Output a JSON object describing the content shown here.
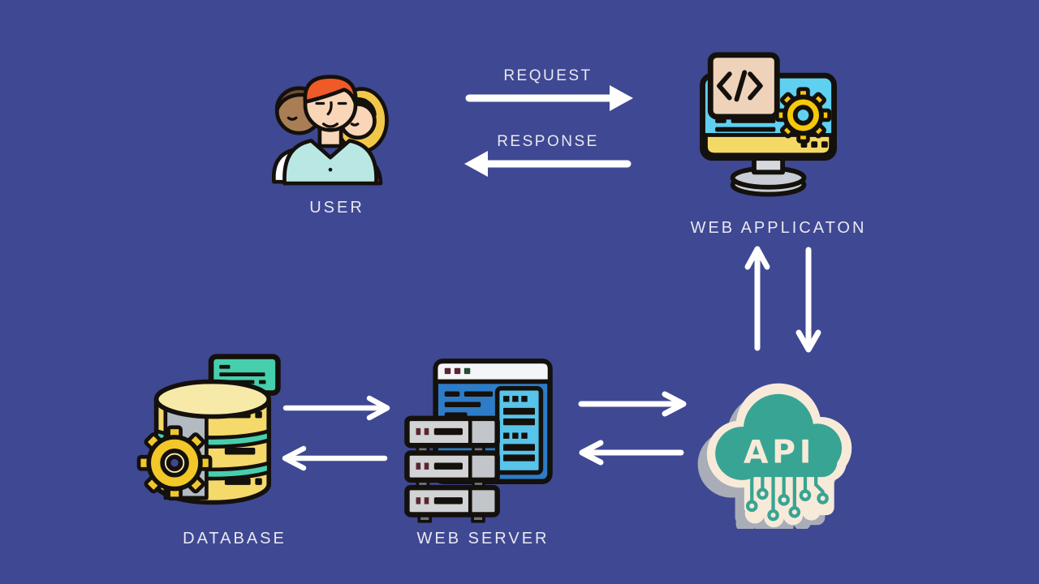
{
  "app": {
    "type": "architecture-diagram"
  },
  "colors": {
    "background": "#3f4892",
    "arrow": "#ffffff",
    "label_text": "#e9e8f3",
    "outline": "#14100c",
    "api_cloud_teal": "#38a494",
    "api_cream": "#f7ead9",
    "api_shadow": "#a9adb8",
    "gear_yellow": "#f7c80a",
    "db_yellow": "#f5d96b",
    "db_teal": "#46cfac",
    "screen_light_blue": "#5fd0f0",
    "browser_blue": "#2e7cc8",
    "server_gray": "#d2d3d5",
    "shirt_teal": "#b9e8e4",
    "hair_orange": "#f05a28",
    "hair_blonde": "#f2c84b",
    "shirt_pink": "#e8438a",
    "skin_light": "#f9d6b8",
    "skin_brown": "#aa7e55"
  },
  "nodes": {
    "user": {
      "label": "USER",
      "icon": "users-group-icon"
    },
    "web_application": {
      "label": "WEB APPLICATON",
      "icon": "monitor-code-gear-icon"
    },
    "api": {
      "label": "API",
      "icon": "api-cloud-circuit-icon"
    },
    "web_server": {
      "label": "WEB SERVER",
      "icon": "browser-server-rack-icon"
    },
    "database": {
      "label": "DATABASE",
      "icon": "database-cylinder-gear-icon"
    }
  },
  "edges": {
    "request": {
      "from": "user",
      "to": "web_application",
      "label": "REQUEST",
      "direction": "right"
    },
    "response": {
      "from": "web_application",
      "to": "user",
      "label": "RESPONSE",
      "direction": "left"
    },
    "api_to_web_application": {
      "from": "api",
      "to": "web_application",
      "direction": "up"
    },
    "web_application_to_api": {
      "from": "web_application",
      "to": "api",
      "direction": "down"
    },
    "web_server_to_api": {
      "from": "web_server",
      "to": "api",
      "direction": "right"
    },
    "api_to_web_server": {
      "from": "api",
      "to": "web_server",
      "direction": "left"
    },
    "database_to_web_server": {
      "from": "database",
      "to": "web_server",
      "direction": "right"
    },
    "web_server_to_database": {
      "from": "web_server",
      "to": "database",
      "direction": "left"
    }
  }
}
